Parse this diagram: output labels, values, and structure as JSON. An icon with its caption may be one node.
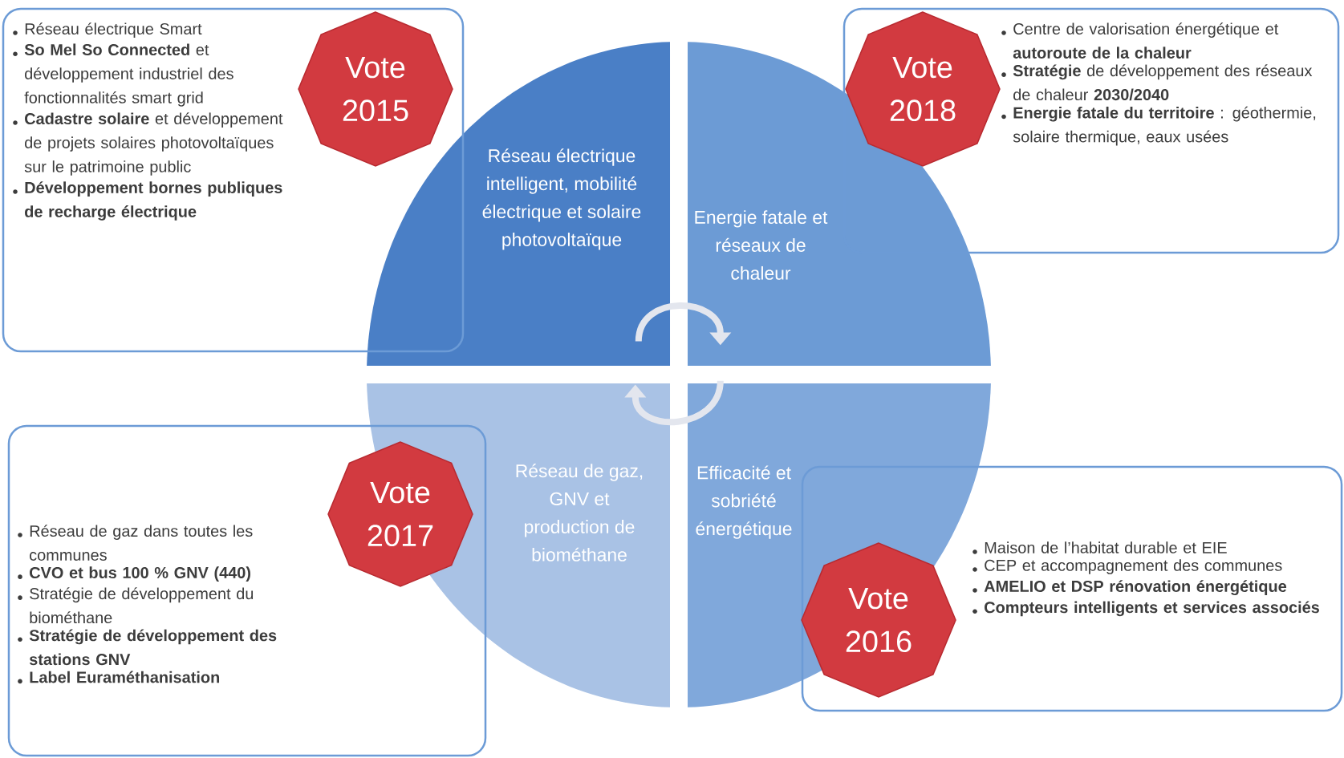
{
  "diagram": {
    "nodes": [
      {
        "text": [
          "Réseau électrique intelligent, mobilité électrique et solaire photovoltaïque"
        ]
      },
      {
        "text": [
          "Energie fatale et réseaux de chaleur"
        ]
      },
      {
        "text": [
          "Réseau de gaz, GNV et production de biométhane"
        ]
      },
      {
        "text": [
          "Efficacité et sobriété énergétique"
        ]
      },
      {
        "text": [
          "Réseau électrique Smart",
          "**So Mel So Connected** et développement industriel des fonctionnalités smart grid",
          "**Cadastre solaire** et développement de projets solaires photovoltaïques sur le patrimoine public",
          "**Développement bornes publiques de recharge électrique**"
        ]
      },
      {
        "text": [
          "Vote 2015"
        ],
        "in": 4
      },
      {
        "text": [
          "Centre de valorisation énergétique et **autoroute de la chaleur**",
          "**Stratégie** de développement des réseaux de chaleur **2030/2040**",
          "**Energie fatale du territoire** : géothermie, solaire thermique, eaux usées"
        ]
      },
      {
        "text": [
          "Vote 2018"
        ],
        "in": 6
      },
      {
        "text": [
          "Réseau de gaz dans toutes les communes",
          "**CVO et bus 100 % GNV (440)**",
          "Stratégie de développement du biométhane",
          "**Stratégie de développement des stations GNV**",
          "**Label Euraméthanisation**"
        ]
      },
      {
        "text": [
          "Vote 2017"
        ],
        "in": 8
      },
      {
        "text": [
          "Maison de l’habitat durable et EIE",
          "CEP et accompagnement des communes",
          "**AMELIO et DSP rénovation énergétique**",
          "**Compteurs intelligents et services associés**"
        ]
      },
      {
        "text": [
          "Vote 2016"
        ]
      }
    ],
    "edges": [
      {
        "from": 0,
        "to": 1,
        "arrow": "to"
      },
      {
        "from": 3,
        "to": 2,
        "arrow": "to"
      }
    ]
  }
}
